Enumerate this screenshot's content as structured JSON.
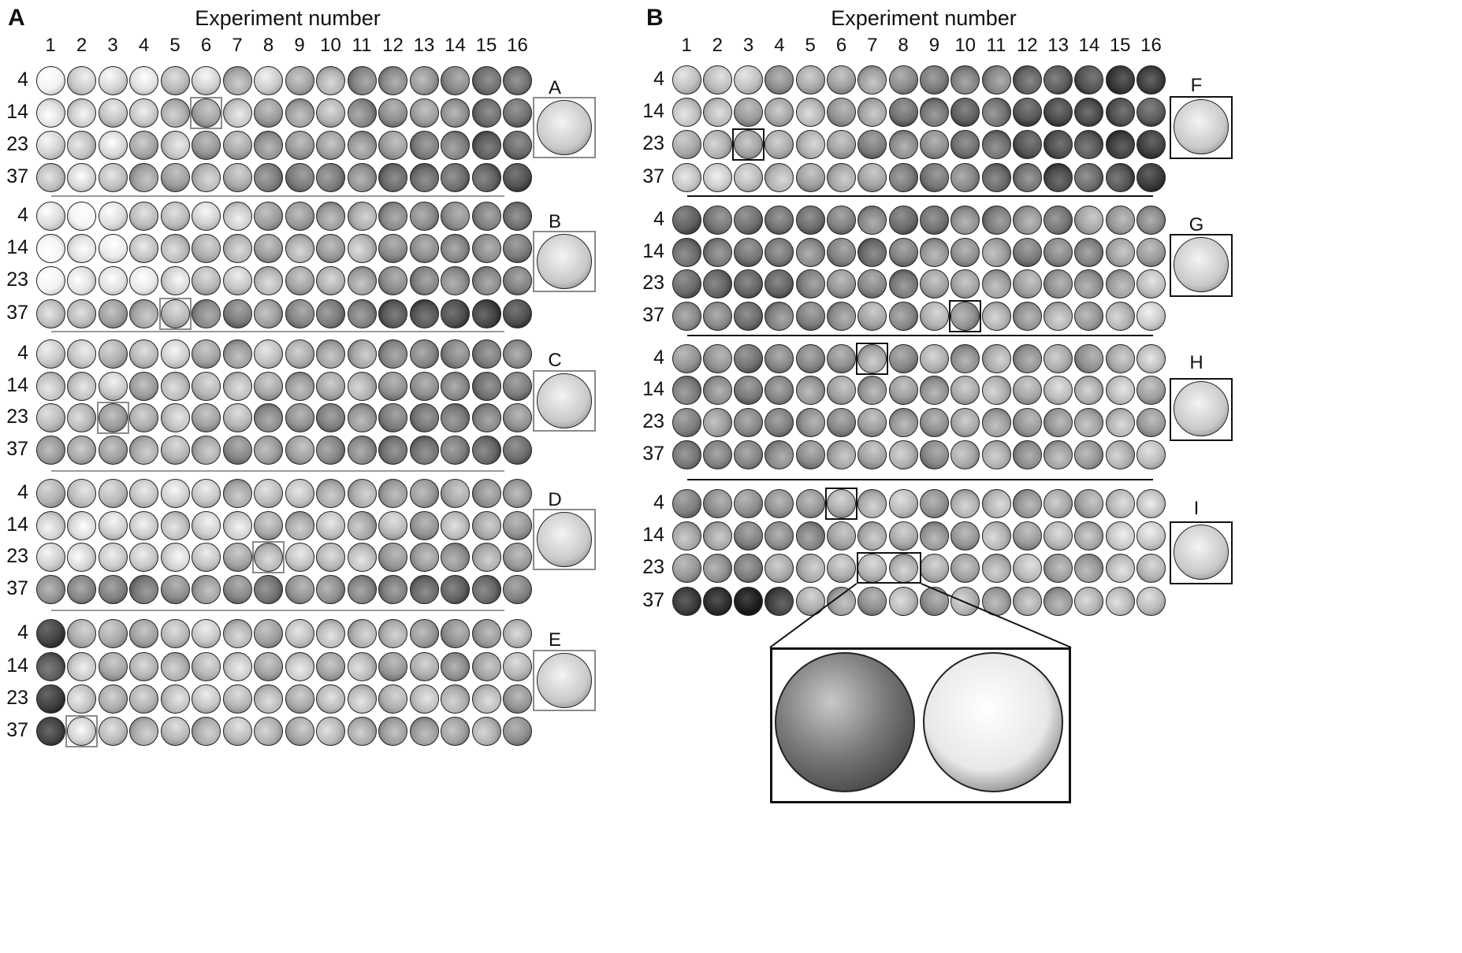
{
  "panels": [
    {
      "letter": "A",
      "title": "Experiment number",
      "columns": [
        "1",
        "2",
        "3",
        "4",
        "5",
        "6",
        "7",
        "8",
        "9",
        "10",
        "11",
        "12",
        "13",
        "14",
        "15",
        "16"
      ],
      "separator_color": "#9a9a9a",
      "highlight_color": "#8a8a8a",
      "groups": [
        {
          "inset": "A",
          "rows": [
            "4",
            "14",
            "23",
            "37"
          ],
          "highlight": {
            "row": 1,
            "col": 5
          }
        },
        {
          "inset": "B",
          "rows": [
            "4",
            "14",
            "23",
            "37"
          ],
          "highlight": {
            "row": 3,
            "col": 4
          }
        },
        {
          "inset": "C",
          "rows": [
            "4",
            "14",
            "23",
            "37"
          ],
          "highlight": {
            "row": 2,
            "col": 2
          }
        },
        {
          "inset": "D",
          "rows": [
            "4",
            "14",
            "23",
            "37"
          ],
          "highlight": {
            "row": 2,
            "col": 7
          }
        },
        {
          "inset": "E",
          "rows": [
            "4",
            "14",
            "23",
            "37"
          ],
          "highlight": {
            "row": 3,
            "col": 1
          }
        }
      ]
    },
    {
      "letter": "B",
      "title": "Experiment number",
      "columns": [
        "1",
        "2",
        "3",
        "4",
        "5",
        "6",
        "7",
        "8",
        "9",
        "10",
        "11",
        "12",
        "13",
        "14",
        "15",
        "16"
      ],
      "separator_color": "#111111",
      "highlight_color": "#111111",
      "groups": [
        {
          "inset": "F",
          "rows": [
            "4",
            "14",
            "23",
            "37"
          ],
          "highlight": {
            "row": 2,
            "col": 2
          }
        },
        {
          "inset": "G",
          "rows": [
            "4",
            "14",
            "23",
            "37"
          ],
          "highlight": {
            "row": 3,
            "col": 9
          }
        },
        {
          "inset": "H",
          "rows": [
            "4",
            "14",
            "23",
            "37"
          ],
          "highlight": {
            "row": 0,
            "col": 6
          }
        },
        {
          "inset": "I",
          "rows": [
            "4",
            "14",
            "23",
            "37"
          ],
          "highlight": {
            "row": 0,
            "col": 5
          }
        }
      ]
    }
  ]
}
